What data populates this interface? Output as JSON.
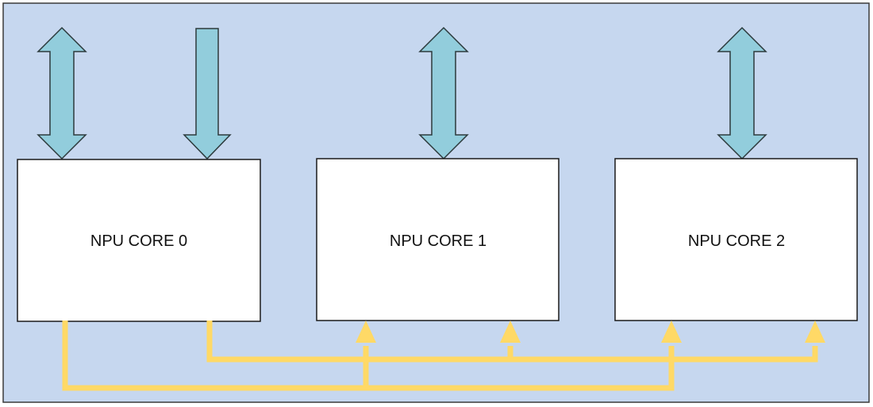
{
  "diagram": {
    "colors": {
      "background": "#c6d7ef",
      "border": "#3a3a3a",
      "core_fill": "#ffffff",
      "core_stroke": "#1a1a1a",
      "bus_arrow_fill": "#92cddc",
      "bus_arrow_stroke": "#2c3a3c",
      "interconnect": "#ffd966"
    },
    "cores": [
      {
        "label": "NPU CORE 0"
      },
      {
        "label": "NPU CORE 1"
      },
      {
        "label": "NPU CORE 2"
      }
    ],
    "external_links": [
      {
        "core": 0,
        "kind": "bidirectional",
        "icon": "double-arrow-icon"
      },
      {
        "core": 0,
        "kind": "inbound",
        "icon": "down-arrow-icon"
      },
      {
        "core": 1,
        "kind": "bidirectional",
        "icon": "double-arrow-icon"
      },
      {
        "core": 2,
        "kind": "bidirectional",
        "icon": "double-arrow-icon"
      }
    ],
    "interconnect": {
      "sources": [
        0
      ],
      "targets": [
        1,
        2
      ]
    }
  }
}
